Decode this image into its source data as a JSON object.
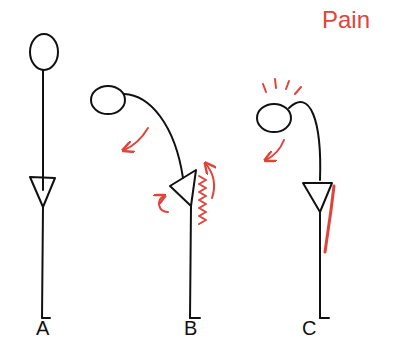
{
  "diagram": {
    "labels": [
      "Pain",
      "A",
      "B",
      "C"
    ]
  }
}
